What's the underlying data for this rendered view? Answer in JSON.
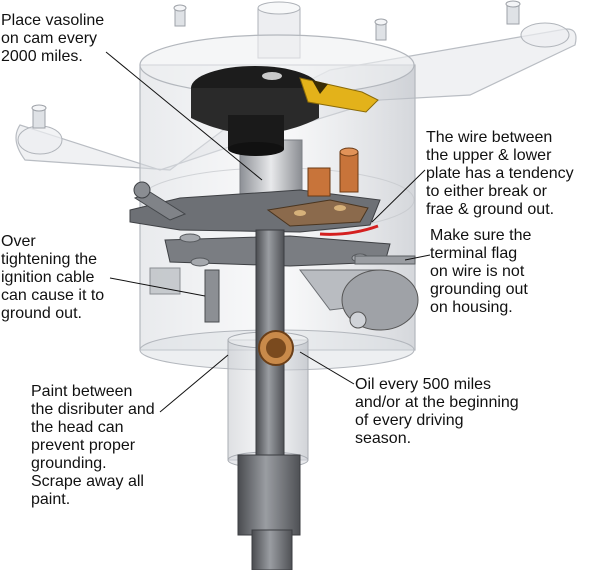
{
  "annotations": {
    "vasoline": "Place vasoline\non cam every\n2000 miles.",
    "wire": "The wire between\nthe upper & lower\nplate has a tendency\nto  either break or\nfrae & ground out.",
    "over_tightening": "Over\ntightening the\nignition cable\ncan cause it to\nground out.",
    "terminal_flag": "Make sure the\nterminal flag\non wire is not\ngrounding out\non  housing.",
    "oil": "Oil every 500 miles\nand/or at the beginning\nof every driving\nseason.",
    "paint": "Paint between\nthe disributer and\nthe head can\nprevent proper\ngrounding.\nScrape away all\npaint."
  },
  "colors": {
    "rotor": "#1c1c1c",
    "rotor_tip": "#e3b21a",
    "housing": "#c9cdd3",
    "shaft": "#6c6e72",
    "points_copper": "#c8743a",
    "oil_hole": "#c98a4a",
    "wire_red": "#d42020"
  }
}
